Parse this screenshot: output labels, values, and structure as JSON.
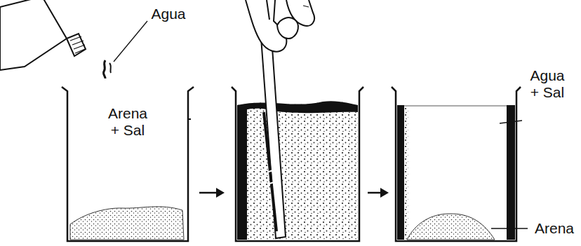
{
  "diagram": {
    "labels": [
      "Agua",
      "Arena + Sal",
      "Agua + Sal",
      "Arena"
    ]
  }
}
